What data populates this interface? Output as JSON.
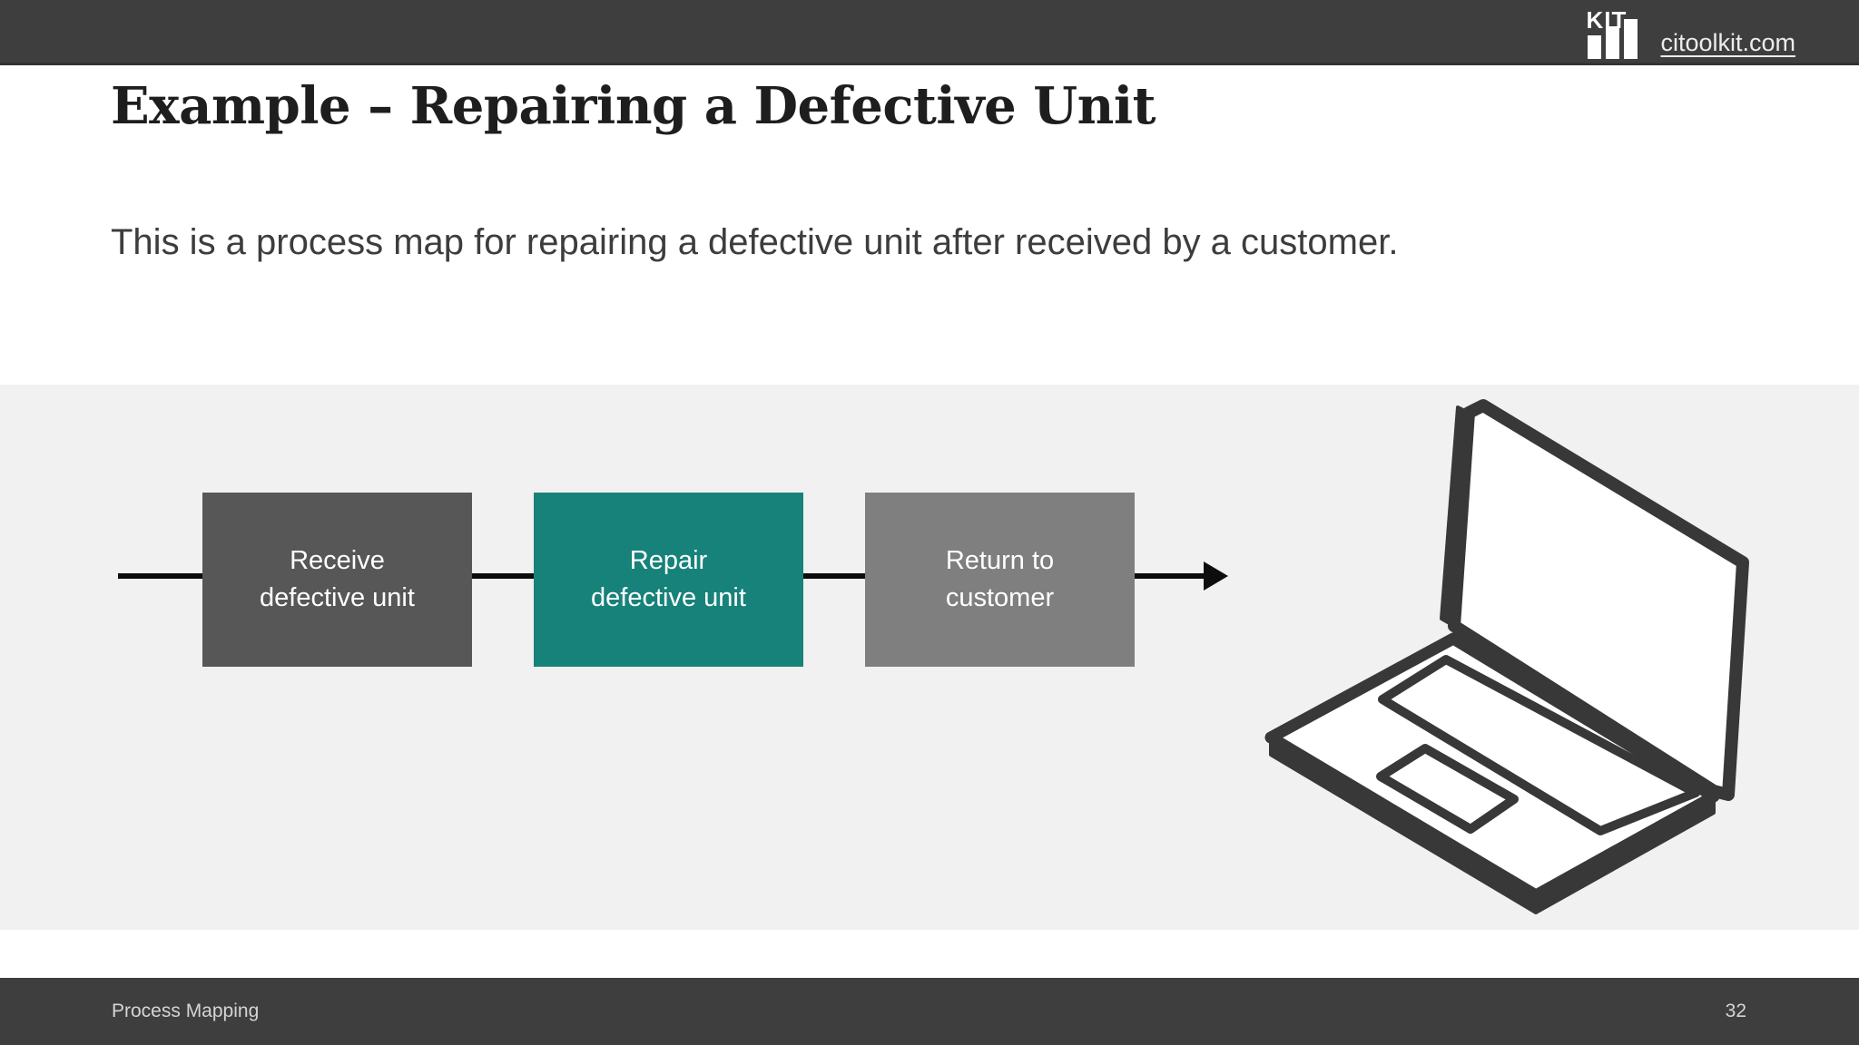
{
  "header": {
    "logo_text": "KIT",
    "site_link": "citoolkit.com"
  },
  "slide": {
    "title": "Example – Repairing a Defective Unit",
    "intro": "This is a process map for repairing a defective unit after received by a customer."
  },
  "process_map": {
    "steps": [
      {
        "label": "Receive\ndefective unit",
        "fill": "#575757"
      },
      {
        "label": "Repair\ndefective unit",
        "fill": "#17827a"
      },
      {
        "label": "Return to\ncustomer",
        "fill": "#7f7f7f"
      }
    ],
    "arrow_color": "#0d0d0d",
    "illustration": "laptop-icon"
  },
  "footer": {
    "section_title": "Process Mapping",
    "page_number": "32"
  },
  "colors": {
    "header_bar": "#3e3e3e",
    "footer_bar": "#3e3e3e",
    "content_band": "#f1f1f1",
    "step_dark": "#575757",
    "step_teal": "#17827a",
    "step_gray": "#7f7f7f"
  }
}
